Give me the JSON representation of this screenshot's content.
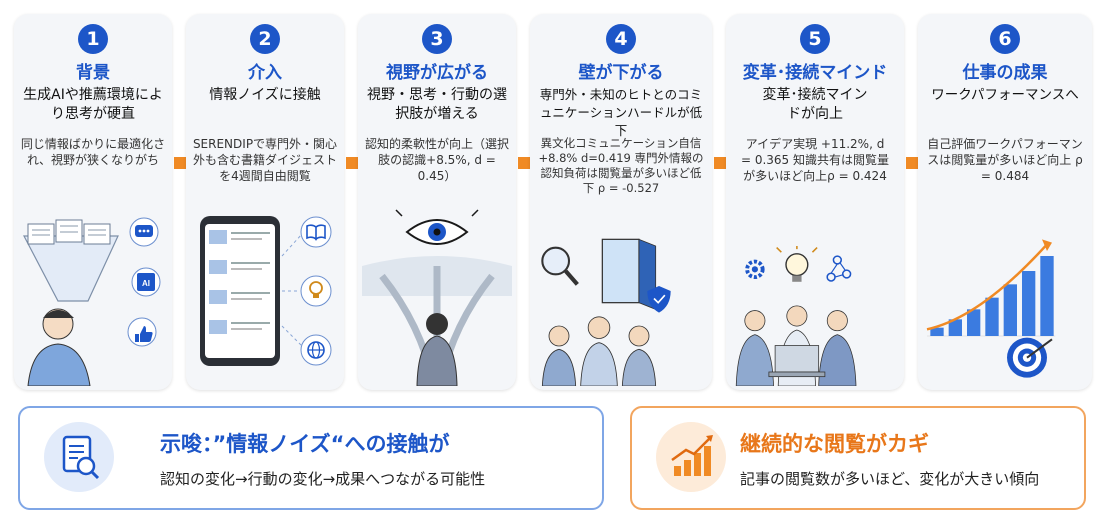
{
  "steps": [
    {
      "num": "1",
      "title": "背景",
      "subtitle": "生成AIや推薦環境により思考が硬直",
      "desc": "同じ情報ばかりに最適化され、視野が狭くなりがち",
      "icons": [
        "chat-icon",
        "ai-chip-icon",
        "thumbs-up-icon"
      ]
    },
    {
      "num": "2",
      "title": "介入",
      "subtitle": "情報ノイズに接触",
      "desc": "SERENDIPで専門外・関心外も含む書籍ダイジェストを4週間自由閲覧",
      "icons": [
        "book-icon",
        "lightbulb-icon",
        "globe-icon"
      ]
    },
    {
      "num": "3",
      "title": "視野が広がる",
      "subtitle": "視野・思考・行動の選択肢が増える",
      "desc": "認知的柔軟性が向上（選択肢の認識+8.5%, d = 0.45）",
      "icons": [
        "eye-icon"
      ]
    },
    {
      "num": "4",
      "title": "壁が下がる",
      "subtitle": "専門外・未知のヒトとのコミュニケーションハードルが低下",
      "desc": "異文化コミュニケーション自信+8.8% d=0.419 専門外情報の認知負荷は閲覧量が多いほど低下 ρ = -0.527",
      "icons": [
        "magnifier-icon",
        "open-door-icon",
        "shield-check-icon"
      ]
    },
    {
      "num": "5",
      "title": "変革･接続マインド",
      "subtitle": "変革･接続マインドが向上",
      "desc": "アイデア実現 +11.2%, d = 0.365 知識共有は閲覧量が多いほど向上ρ = 0.424",
      "icons": [
        "lightbulb-icon",
        "gear-icon",
        "network-icon"
      ]
    },
    {
      "num": "6",
      "title": "仕事の成果",
      "subtitle": "ワークパフォーマンスへ",
      "desc": "自己評価ワークパフォーマンスは閲覧量が多いほど向上 ρ = 0.484",
      "icons": [
        "growth-chart-icon",
        "target-icon"
      ]
    }
  ],
  "phone_screen_items": [
    "",
    "",
    "",
    ""
  ],
  "summary": {
    "left": {
      "heading": "示唆：”情報ノイズ“への接触が",
      "text": "認知の変化→行動の変化→成果へつながる可能性",
      "icon": "document-search-icon"
    },
    "right": {
      "heading": "継続的な閲覧がカギ",
      "text": "記事の閲覧数が多いほど、変化が大きい傾向",
      "icon": "bar-growth-icon"
    }
  },
  "colors": {
    "accent_blue": "#1d56c8",
    "accent_orange": "#f08a24",
    "card_bg": "#f4f6f9",
    "summary_blue_border": "#7fa6e6",
    "summary_orange_border": "#f2a55e"
  }
}
